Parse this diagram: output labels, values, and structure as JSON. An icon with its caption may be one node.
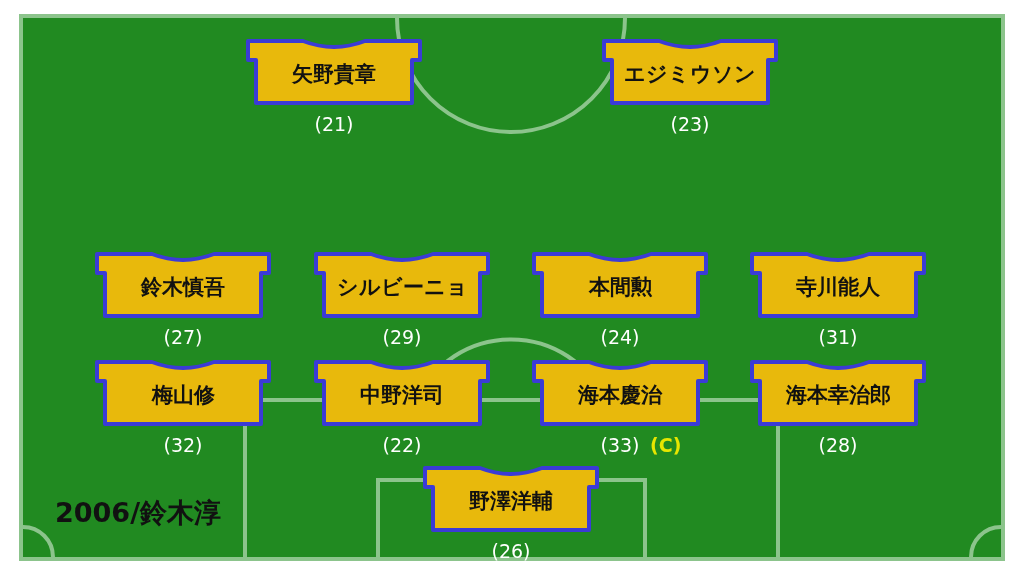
{
  "diagram": {
    "nodes": [
      {
        "text": [
          "矢野貴章"
        ],
        "beside": [
          "(21)"
        ]
      },
      {
        "text": [
          "エジミウソン"
        ],
        "beside": [
          "(23)"
        ]
      },
      {
        "text": [
          "鈴木慎吾"
        ],
        "beside": [
          "(27)"
        ]
      },
      {
        "text": [
          "シルビーニョ"
        ],
        "beside": [
          "(29)"
        ]
      },
      {
        "text": [
          "本間勲"
        ],
        "beside": [
          "(24)"
        ]
      },
      {
        "text": [
          "寺川能人"
        ],
        "beside": [
          "(31)"
        ]
      },
      {
        "text": [
          "梅山修"
        ],
        "beside": [
          "(32)"
        ]
      },
      {
        "text": [
          "中野洋司"
        ],
        "beside": [
          "(22)"
        ]
      },
      {
        "text": [
          "海本慶治"
        ],
        "beside": [
          "(33)",
          "(C)"
        ]
      },
      {
        "text": [
          "海本幸治郎"
        ],
        "beside": [
          "(28)"
        ]
      },
      {
        "text": [
          "野澤洋輔"
        ],
        "beside": [
          "(26)"
        ]
      }
    ],
    "labels": [
      "2006/鈴木淳"
    ]
  }
}
